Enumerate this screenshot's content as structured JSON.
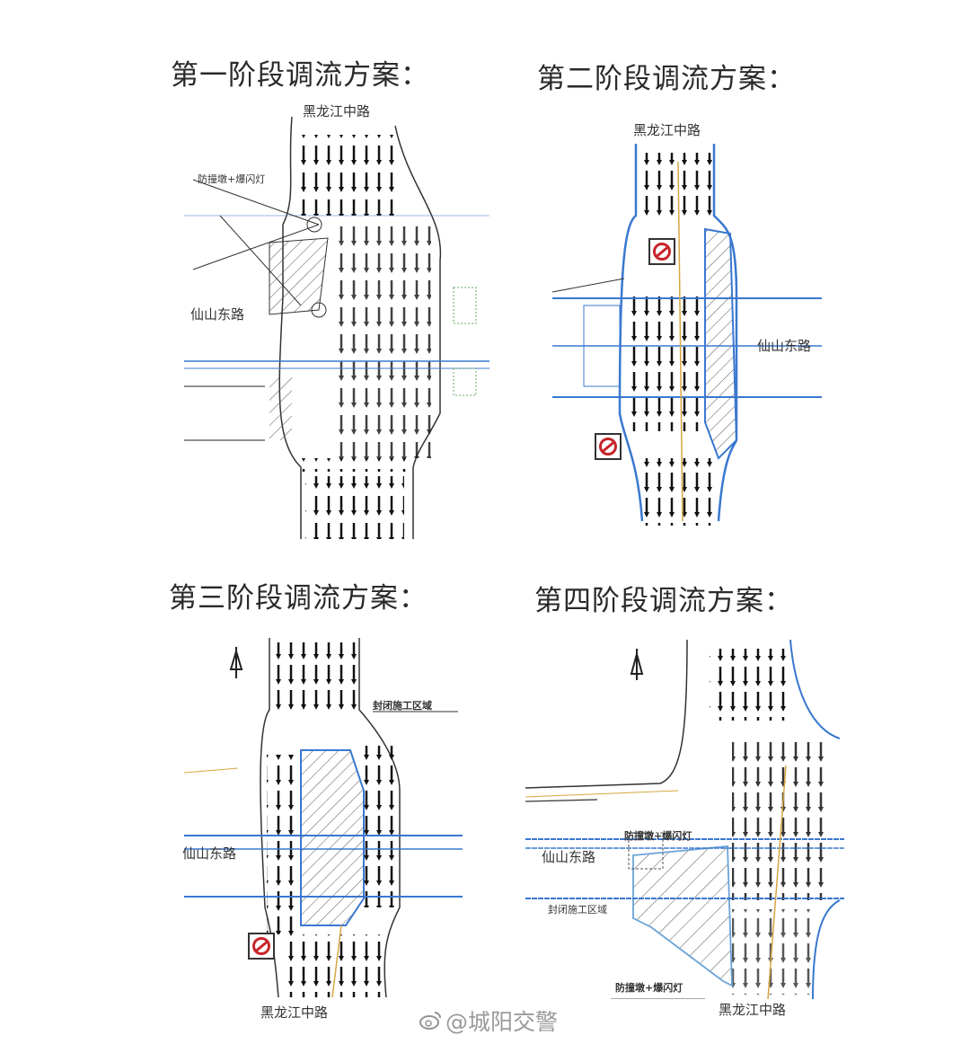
{
  "panels": [
    {
      "title": "第一阶段调流方案：",
      "road_north_south": "黑龙江中路",
      "road_east_west": "仙山东路",
      "note": "防撞墩+爆闪灯"
    },
    {
      "title": "第二阶段调流方案：",
      "road_north_south": "黑龙江中路",
      "road_east_west": "仙山东路"
    },
    {
      "title": "第三阶段调流方案：",
      "road_north_south": "黑龙江中路",
      "road_east_west": "仙山东路",
      "note": "封闭施工区域"
    },
    {
      "title": "第四阶段调流方案：",
      "road_north_south": "黑龙江中路",
      "road_east_west": "仙山东路",
      "note": "防撞墩+爆闪灯",
      "note2": "封闭施工区域",
      "note3": "防撞墩+爆闪灯"
    }
  ],
  "watermark": "@城阳交警",
  "colors": {
    "road_line": "#222222",
    "blue_line": "#3a78d0",
    "sign_red": "#c8242a",
    "yellow_line": "#d6a640"
  }
}
